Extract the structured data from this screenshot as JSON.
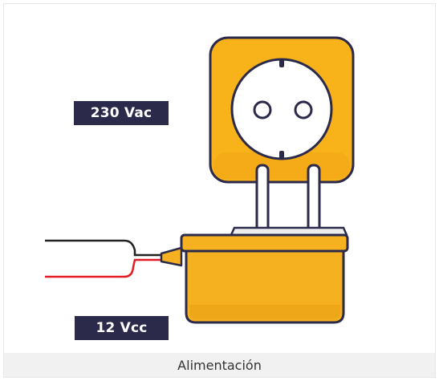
{
  "labels": {
    "input_voltage": "230 Vac",
    "output_voltage": "12 Vcc"
  },
  "caption": "Alimentación",
  "colors": {
    "socket_frame": "#f8b21a",
    "adapter_body": "#f6b120",
    "label_background": "#2c2a4a",
    "wire_positive": "#e31c24",
    "wire_negative": "#222222",
    "caption_background": "#f1f1f1"
  },
  "icons": [
    "wall-socket-icon",
    "power-adapter-icon",
    "power-cable-icon"
  ]
}
